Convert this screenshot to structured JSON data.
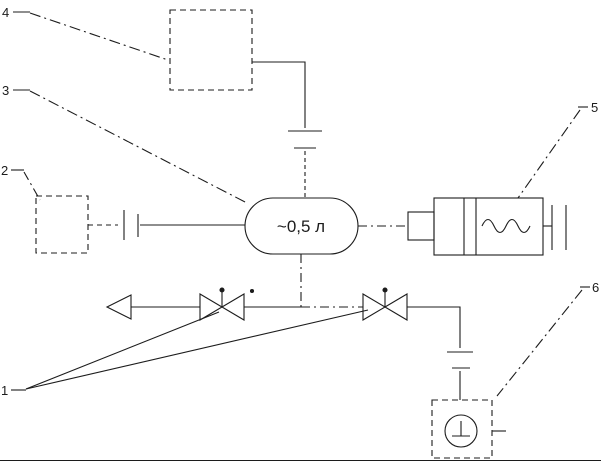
{
  "diagram": {
    "kind": "pneumatic-schematic",
    "vessel": {
      "label": "~0,5 л"
    },
    "callouts": {
      "c1": "1",
      "c2": "2",
      "c3": "3",
      "c4": "4",
      "c5": "5",
      "c6": "6"
    },
    "colors": {
      "ink": "#1c1c1c",
      "paper": "#ffffff"
    }
  }
}
